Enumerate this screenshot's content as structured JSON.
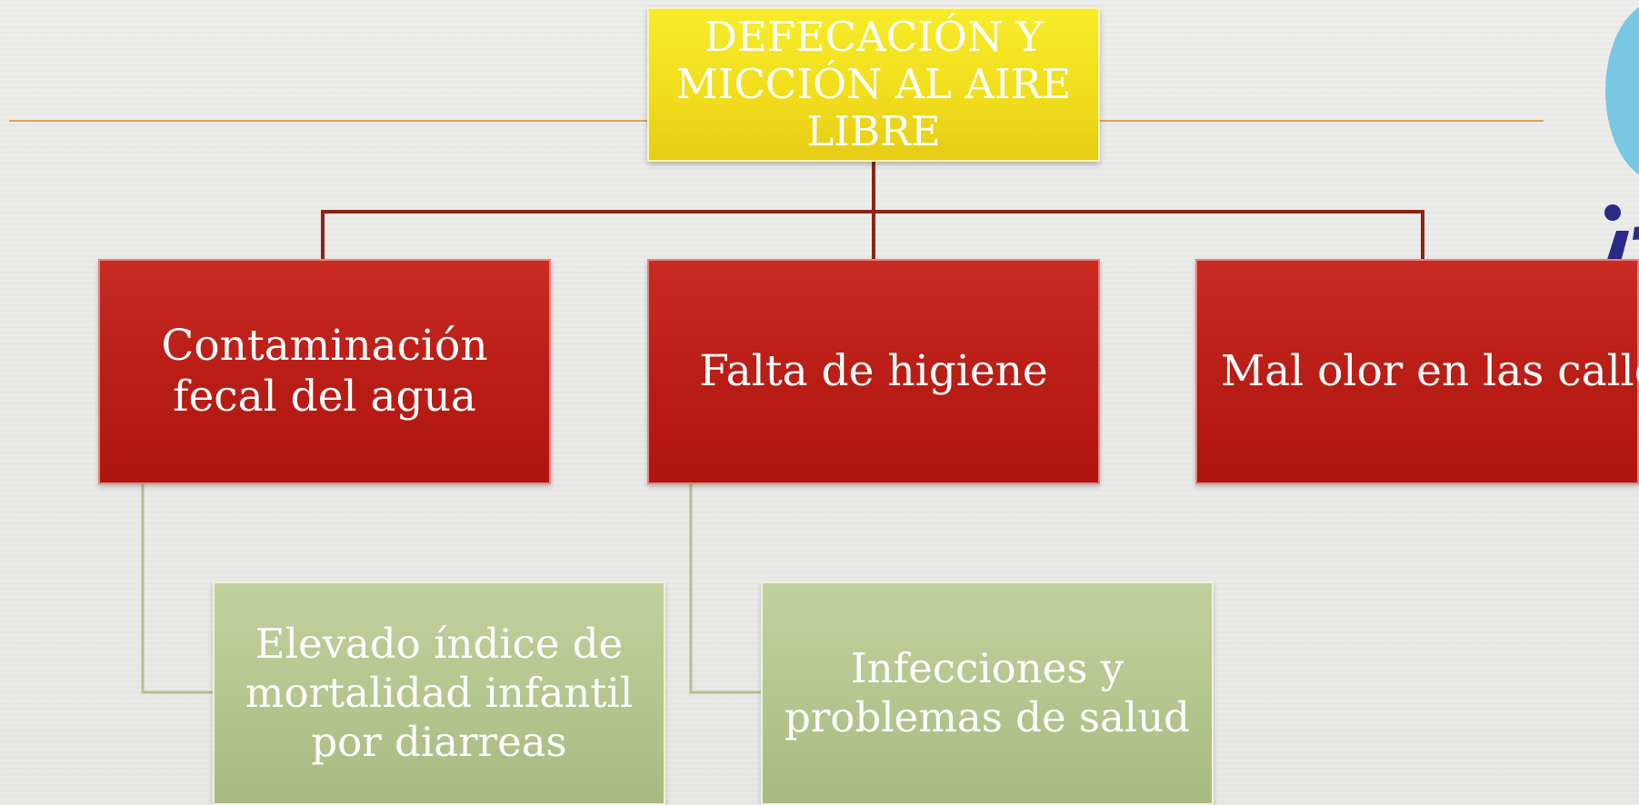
{
  "diagram": {
    "root": {
      "label": "DEFECACIÓN Y MICCIÓN AL AIRE LIBRE"
    },
    "effects": [
      {
        "label": "Contaminación fecal del agua"
      },
      {
        "label": "Falta de higiene"
      },
      {
        "label": "Mal olor en las calles"
      }
    ],
    "consequences": [
      {
        "label": "Elevado índice de mortalidad infantil por diarreas"
      },
      {
        "label": "Infecciones y problemas de salud"
      }
    ]
  },
  "colors": {
    "root_fill": "#f1de1c",
    "effect_fill": "#bb1f17",
    "consequence_fill": "#b6c68f",
    "top_rule": "#e2a24a",
    "tree_connector": "#8e2417",
    "sub_connector": "#b8c08f",
    "logo_accent": "#79c8e3",
    "logo_mark": "#2b2a86"
  }
}
